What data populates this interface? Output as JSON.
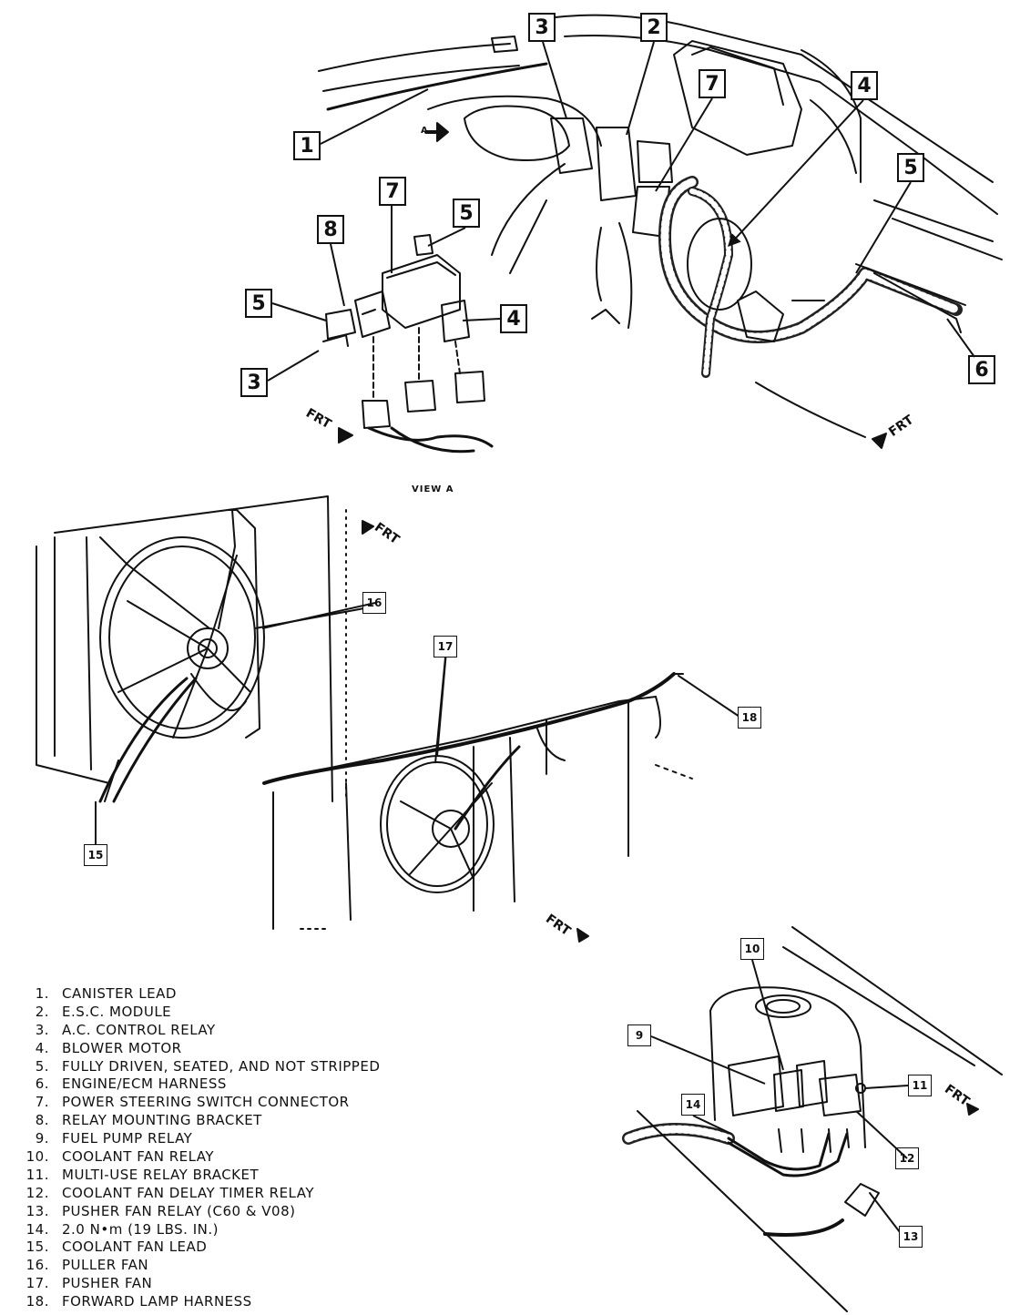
{
  "callouts_top": [
    "1",
    "2",
    "3",
    "4",
    "5",
    "6",
    "7",
    "7",
    "8",
    "5",
    "5",
    "4",
    "3"
  ],
  "callouts_bottom": [
    "16",
    "17",
    "18",
    "15",
    "10",
    "9",
    "11",
    "14",
    "12",
    "13"
  ],
  "labels": {
    "view_a": "VIEW A",
    "frt": "FRT",
    "a_marker": "A"
  },
  "legend": [
    {
      "num": "1.",
      "text": "CANISTER LEAD"
    },
    {
      "num": "2.",
      "text": "E.S.C. MODULE"
    },
    {
      "num": "3.",
      "text": "A.C. CONTROL RELAY"
    },
    {
      "num": "4.",
      "text": "BLOWER MOTOR"
    },
    {
      "num": "5.",
      "text": "FULLY DRIVEN, SEATED, AND NOT STRIPPED"
    },
    {
      "num": "6.",
      "text": "ENGINE/ECM HARNESS"
    },
    {
      "num": "7.",
      "text": "POWER STEERING SWITCH CONNECTOR"
    },
    {
      "num": "8.",
      "text": "RELAY MOUNTING BRACKET"
    },
    {
      "num": "9.",
      "text": "FUEL PUMP RELAY"
    },
    {
      "num": "10.",
      "text": "COOLANT FAN RELAY"
    },
    {
      "num": "11.",
      "text": "MULTI-USE RELAY BRACKET"
    },
    {
      "num": "12.",
      "text": "COOLANT FAN DELAY TIMER RELAY"
    },
    {
      "num": "13.",
      "text": "PUSHER FAN RELAY (C60 & V08)"
    },
    {
      "num": "14.",
      "text": "2.0 N•m (19 LBS. IN.)"
    },
    {
      "num": "15.",
      "text": "COOLANT FAN LEAD"
    },
    {
      "num": "16.",
      "text": "PULLER FAN"
    },
    {
      "num": "17.",
      "text": "PUSHER FAN"
    },
    {
      "num": "18.",
      "text": "FORWARD LAMP HARNESS"
    }
  ]
}
